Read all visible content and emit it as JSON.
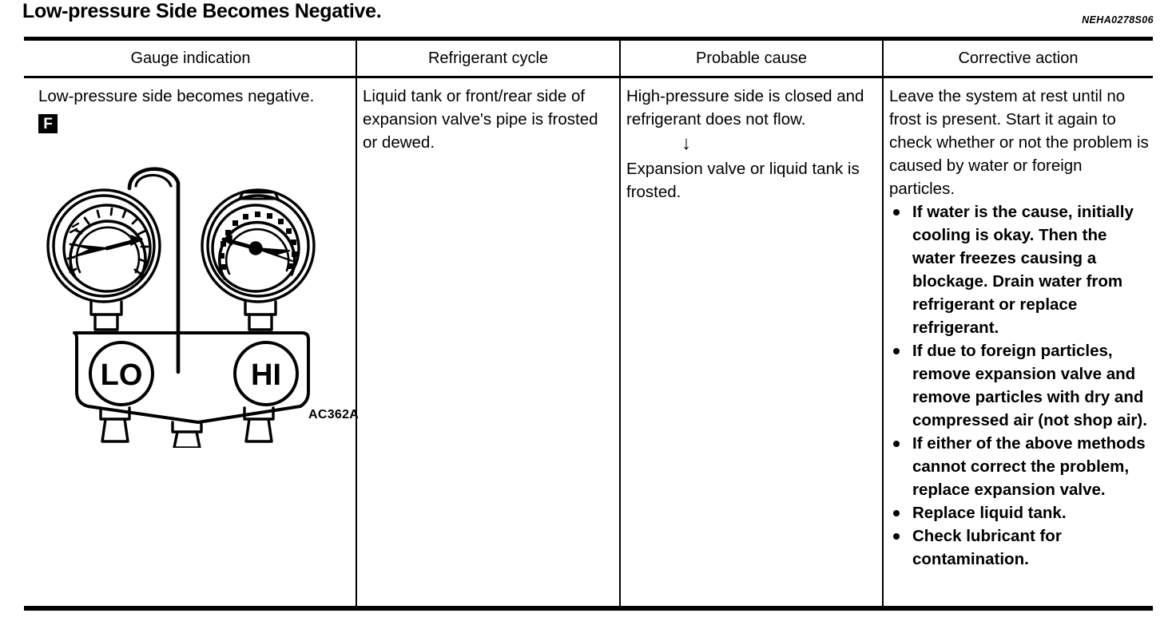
{
  "header": {
    "title": "Low-pressure Side Becomes Negative.",
    "doc_code": "NEHA0278S06"
  },
  "table": {
    "columns": [
      {
        "header": "Gauge indication"
      },
      {
        "header": "Refrigerant cycle"
      },
      {
        "header": "Probable cause"
      },
      {
        "header": "Corrective action"
      }
    ],
    "row": {
      "gauge_indication": {
        "text": "Low-pressure side becomes negative.",
        "badge": "F",
        "figure": {
          "caption": "AC362A",
          "low_port_label": "LO",
          "high_port_label": "HI"
        }
      },
      "refrigerant_cycle": {
        "text": "Liquid tank or front/rear side of expansion valve's pipe is frosted or dewed."
      },
      "probable_cause": {
        "first": "High-pressure side is closed and refrigerant does not flow.",
        "arrow": "↓",
        "second": "Expansion valve or liquid tank is frosted."
      },
      "corrective_action": {
        "intro": "Leave the system at rest until no frost is present. Start it again to check whether or not the problem is caused by water or foreign particles.",
        "bullets": [
          "If water is the cause, initially cooling is okay. Then the water freezes causing a blockage. Drain water from refrigerant or replace refrigerant.",
          "If due to foreign particles, remove expansion valve and remove particles with dry and compressed air (not shop air).",
          "If either of the above methods cannot correct the problem, replace expansion valve.",
          "Replace liquid tank.",
          "Check lubricant for contamination."
        ]
      }
    }
  },
  "colors": {
    "ink": "#000000",
    "paper": "#ffffff"
  }
}
